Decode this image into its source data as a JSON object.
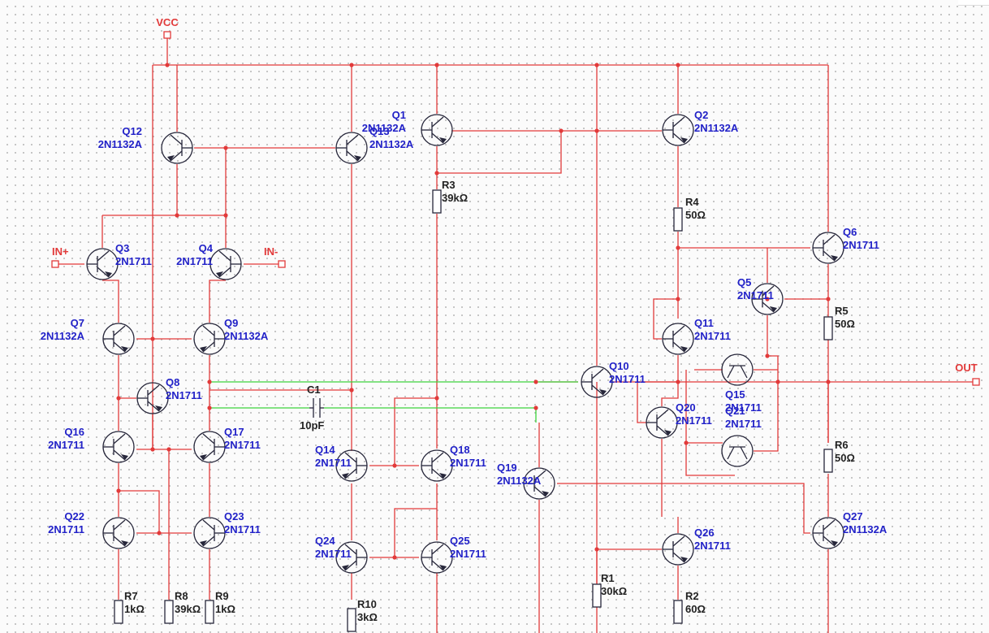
{
  "title_bar": {
    "label": ""
  },
  "ports": {
    "vcc": "VCC",
    "in_plus": "IN+",
    "in_minus": "IN-",
    "out": "OUT"
  },
  "transistors": [
    {
      "ref": "Q12",
      "model": "2N1132A"
    },
    {
      "ref": "Q13",
      "model": "2N1132A"
    },
    {
      "ref": "Q1",
      "model": "2N1132A"
    },
    {
      "ref": "Q2",
      "model": "2N1132A"
    },
    {
      "ref": "Q3",
      "model": "2N1711"
    },
    {
      "ref": "Q4",
      "model": "2N1711"
    },
    {
      "ref": "Q7",
      "model": "2N1132A"
    },
    {
      "ref": "Q9",
      "model": "2N1132A"
    },
    {
      "ref": "Q8",
      "model": "2N1711"
    },
    {
      "ref": "Q16",
      "model": "2N1711"
    },
    {
      "ref": "Q17",
      "model": "2N1711"
    },
    {
      "ref": "Q22",
      "model": "2N1711"
    },
    {
      "ref": "Q23",
      "model": "2N1711"
    },
    {
      "ref": "Q14",
      "model": "2N1711"
    },
    {
      "ref": "Q18",
      "model": "2N1711"
    },
    {
      "ref": "Q24",
      "model": "2N1711"
    },
    {
      "ref": "Q25",
      "model": "2N1711"
    },
    {
      "ref": "Q19",
      "model": "2N1132A"
    },
    {
      "ref": "Q10",
      "model": "2N1711"
    },
    {
      "ref": "Q6",
      "model": "2N1711"
    },
    {
      "ref": "Q5",
      "model": "2N1711"
    },
    {
      "ref": "Q11",
      "model": "2N1711"
    },
    {
      "ref": "Q15",
      "model": "2N1711"
    },
    {
      "ref": "Q21",
      "model": "2N1711"
    },
    {
      "ref": "Q20",
      "model": "2N1711"
    },
    {
      "ref": "Q26",
      "model": "2N1711"
    },
    {
      "ref": "Q27",
      "model": "2N1132A"
    }
  ],
  "resistors": [
    {
      "ref": "R3",
      "value": "39kΩ"
    },
    {
      "ref": "R4",
      "value": "50Ω"
    },
    {
      "ref": "R5",
      "value": "50Ω"
    },
    {
      "ref": "R6",
      "value": "50Ω"
    },
    {
      "ref": "R1",
      "value": "30kΩ"
    },
    {
      "ref": "R2",
      "value": "60Ω"
    },
    {
      "ref": "R7",
      "value": "1kΩ"
    },
    {
      "ref": "R8",
      "value": "39kΩ"
    },
    {
      "ref": "R9",
      "value": "1kΩ"
    },
    {
      "ref": "R10",
      "value": "3kΩ"
    }
  ],
  "capacitors": [
    {
      "ref": "C1",
      "value": "10pF"
    }
  ],
  "colors": {
    "wire": "#e23a3a",
    "bus": "#3cd43c",
    "label": "#2121c8",
    "port_label": "#e23a3a",
    "symbol": "#26263a"
  }
}
